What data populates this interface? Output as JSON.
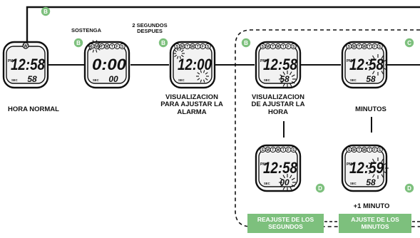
{
  "colors": {
    "accent": "#7dc07d",
    "ink": "#111111",
    "panel": "#f2f2f2"
  },
  "badges": {
    "b": "B",
    "c": "C",
    "d": "D"
  },
  "labels": {
    "sostenga": "SOSTENGA",
    "dos_segundos": "2 SEGUNDOS\nDESPUES",
    "hora_normal": "HORA NORMAL",
    "vis_alarma": "VISUALIZACION\nPARA AJUSTAR LA\nALARMA",
    "vis_hora": "VISUALIZACION\nDE AJUSTAR LA\nHORA",
    "minutos": "MINUTOS",
    "mas_minuto": "+1 MINUTO",
    "reajuste": "REAJUSTE DE LOS\nSEGUNDOS",
    "ajuste_min": "AJUSTE DE LOS\nMINUTOS"
  },
  "watches": [
    {
      "name": "watch-hora-normal",
      "main": "12:58",
      "sub": "58",
      "pm": "PM",
      "sec": "SEC",
      "days": "W",
      "flash": "none"
    },
    {
      "name": "watch-sostenga",
      "main": "0:00",
      "sub": "00",
      "pm": "",
      "sec": "SEC",
      "days": "SMTWTFS",
      "flash": "days"
    },
    {
      "name": "watch-alarma",
      "main": "12:00",
      "sub": "",
      "pm": "",
      "sec": "SEC",
      "days": "SMTWTFS",
      "flash": "all"
    },
    {
      "name": "watch-ajustar-hora",
      "main": "12:58",
      "sub": "58",
      "pm": "PM",
      "sec": "SEC",
      "days": "SMTWTFS",
      "flash": "sub"
    },
    {
      "name": "watch-minutos",
      "main": "12:58",
      "sub": "58",
      "pm": "PM",
      "sec": "SEC",
      "days": "SMTWTFS",
      "flash": "minutes"
    },
    {
      "name": "watch-reajuste-segundos",
      "main": "12:58",
      "sub": "00",
      "pm": "PM",
      "sec": "SEC",
      "days": "SMTWTFS",
      "flash": "sub"
    },
    {
      "name": "watch-mas-minuto",
      "main": "12:59",
      "sub": "58",
      "pm": "PM",
      "sec": "SEC",
      "days": "SMTWTFS",
      "flash": "minutes"
    }
  ]
}
